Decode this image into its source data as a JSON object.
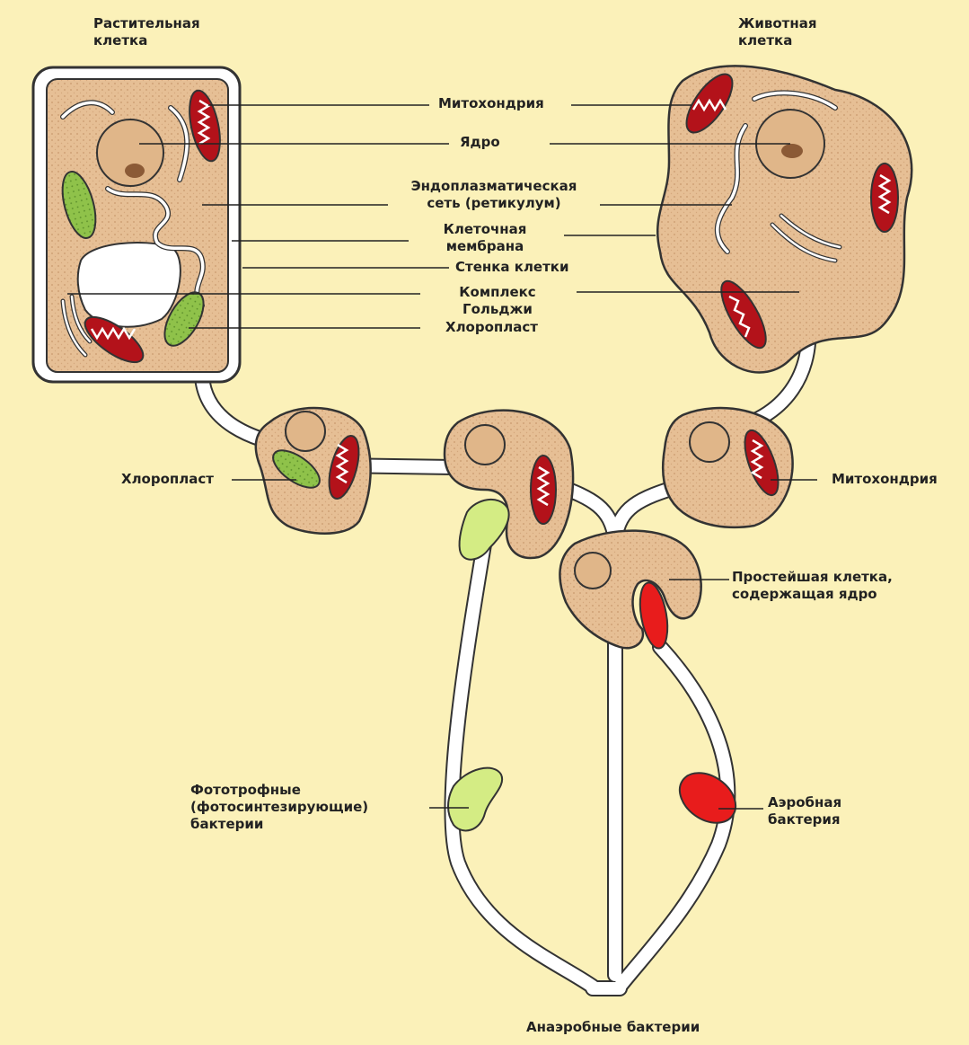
{
  "labels": {
    "plant_cell": "Растительная\nклетка",
    "animal_cell": "Животная\nклетка",
    "mitochondria_top": "Митохондрия",
    "nucleus": "Ядро",
    "er": "Эндоплазматическая\nсеть (ретикулум)",
    "cell_membrane": "Клеточная\nмембрана",
    "cell_wall": "Стенка клетки",
    "golgi": "Комплекс\nГольджи",
    "chloroplast_top": "Хлоропласт",
    "chloroplast_mid": "Хлоропласт",
    "mitochondria_mid": "Митохондрия",
    "protist": "Простейшая клетка,\nсодержащая ядро",
    "phototrophic": "Фототрофные\n(фотосинтезирующие)\nбактерии",
    "aerobic": "Аэробная\nбактерия",
    "anaerobic": "Анаэробные бактерии"
  },
  "colors": {
    "background": "#fbf1b9",
    "cytoplasm": "#e6bf95",
    "mitochondria": "#b3121a",
    "chloroplast": "#8fc24a",
    "phototroph": "#d4ec84",
    "aerobe": "#e81c1c",
    "vacuole": "#ffffff"
  }
}
